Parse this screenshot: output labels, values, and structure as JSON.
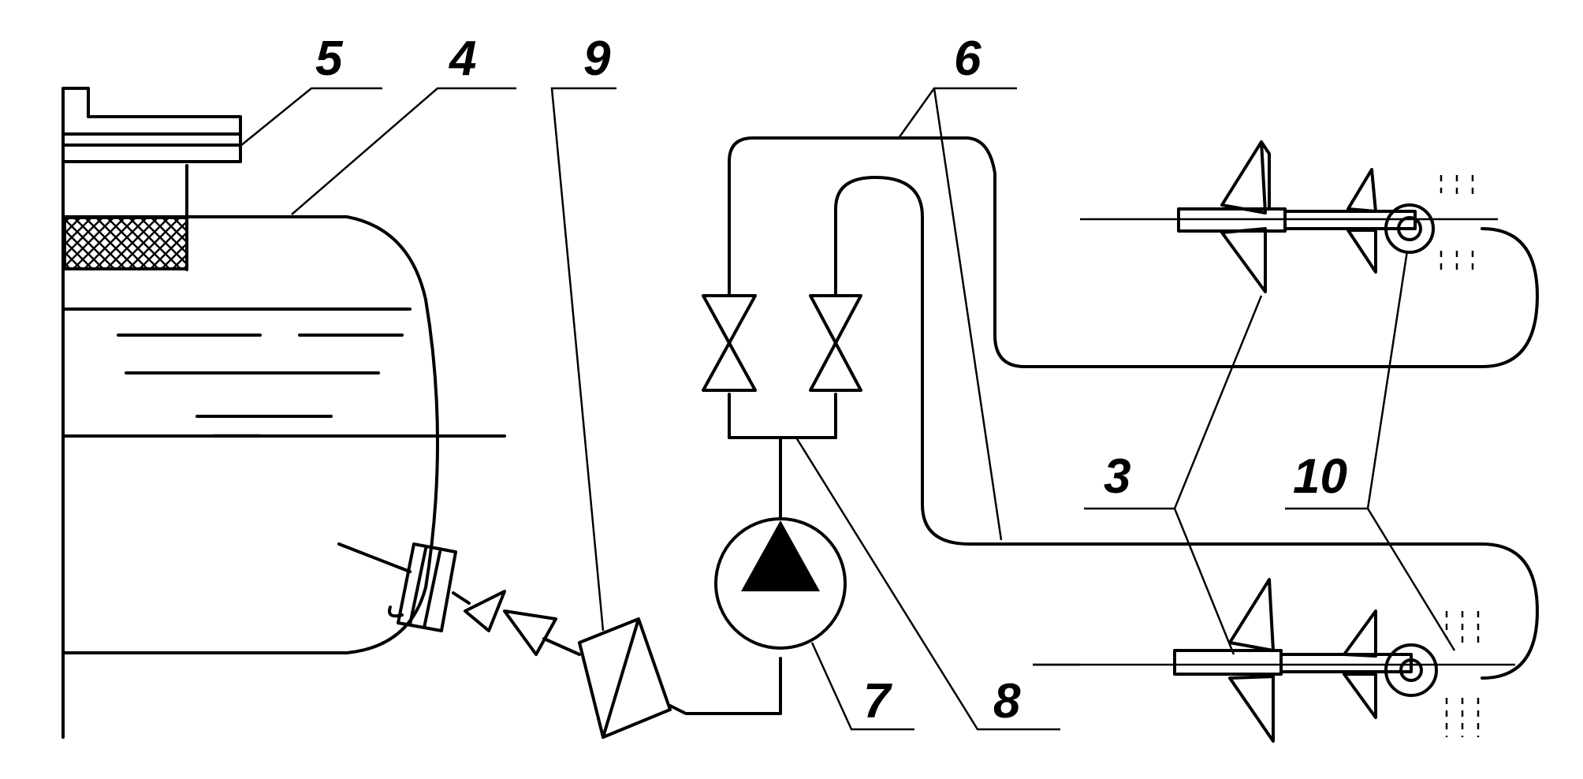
{
  "labels": {
    "l3": "3",
    "l4": "4",
    "l5": "5",
    "l6": "6",
    "l7": "7",
    "l8": "8",
    "l9": "9",
    "l10": "10"
  },
  "colors": {
    "ink": "#000000",
    "paper": "#ffffff"
  }
}
